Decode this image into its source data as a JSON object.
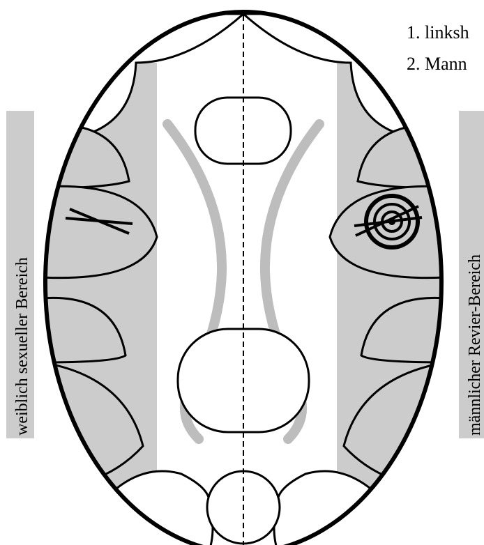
{
  "legend": {
    "items": [
      "1. linksh",
      "2. Mann"
    ]
  },
  "side_labels": {
    "left": "weiblich sexueller Bereich",
    "right": "männlicher Revier-Bereich"
  },
  "colors": {
    "shade": "#cccccc",
    "band": "#bdbdbd",
    "line": "#000000",
    "background": "#ffffff"
  }
}
